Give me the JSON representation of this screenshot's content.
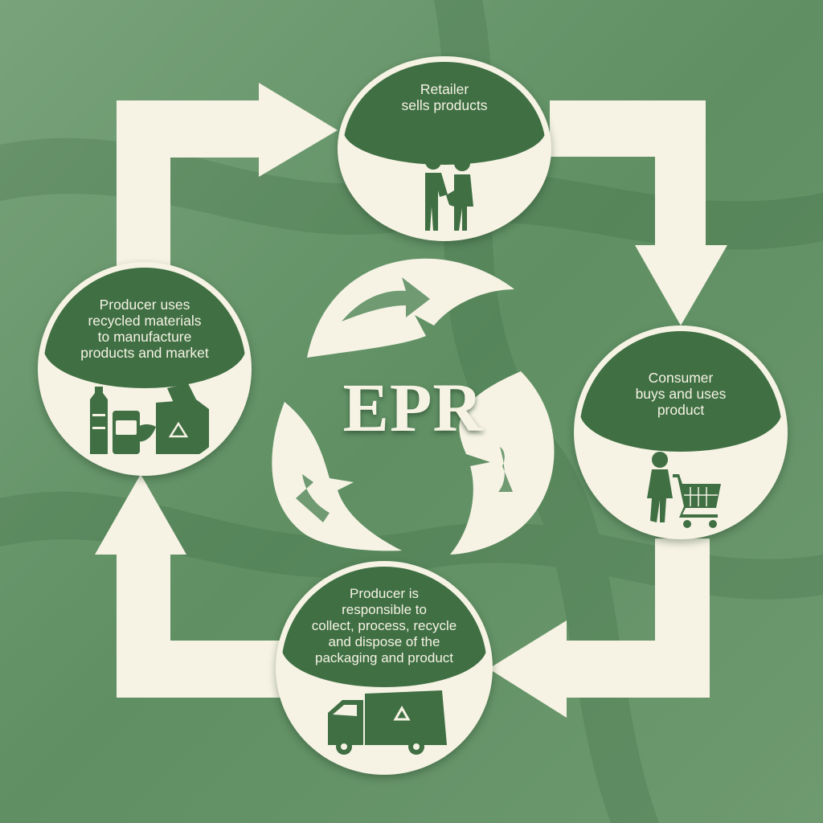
{
  "center_label": "EPR",
  "nodes": {
    "retailer": {
      "text": "Retailer\nsells products",
      "icon": "handshake-people-icon"
    },
    "consumer": {
      "text": "Consumer\nbuys and uses\nproduct",
      "icon": "shopping-cart-icon"
    },
    "collect": {
      "text": "Producer is\nresponsible to\ncollect, process, recycle\nand dispose of the\npackaging and product",
      "icon": "recycling-truck-icon"
    },
    "producer": {
      "text": "Producer uses\nrecycled materials\nto manufacture\nproducts and market",
      "icon": "recycled-products-icon"
    }
  },
  "colors": {
    "background": "#6f9a72",
    "cream": "#f6f3e4",
    "dark_green": "#3f6f43"
  }
}
